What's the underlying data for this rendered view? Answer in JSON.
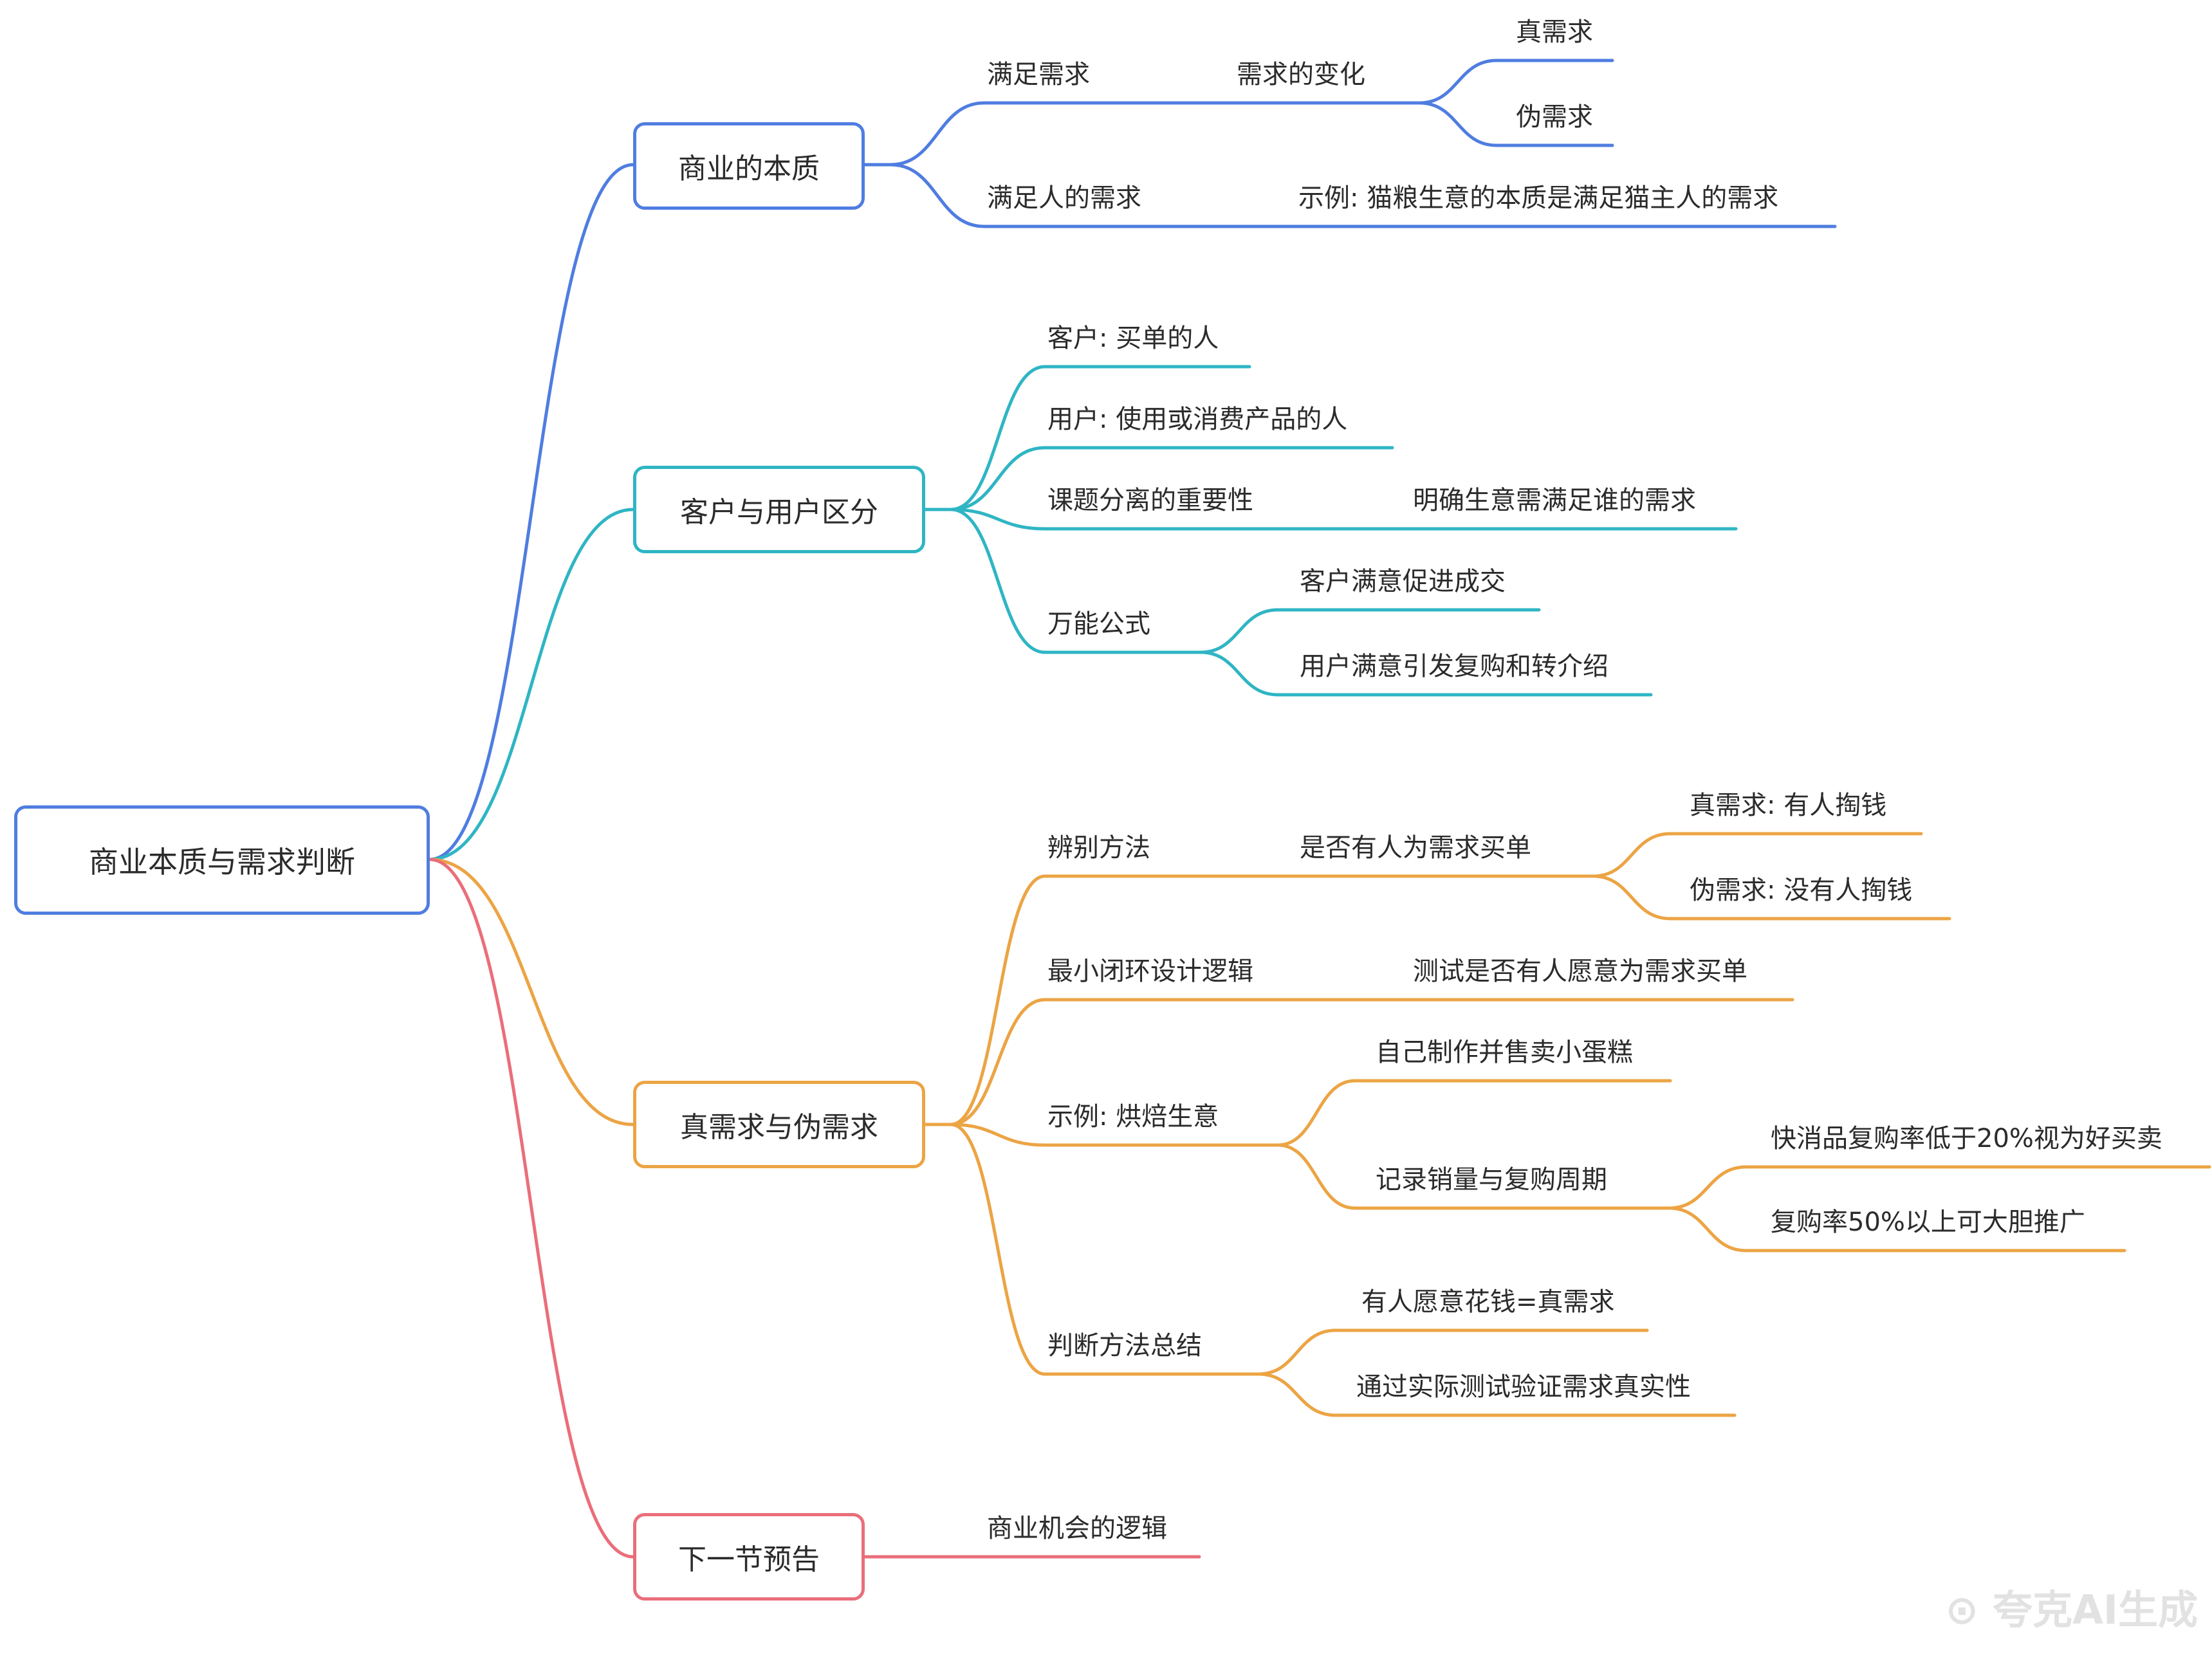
{
  "root": "商业本质与需求判断",
  "colors": {
    "b1": "#4f7de0",
    "b2": "#2fb5c4",
    "b3": "#eca444",
    "b4": "#ea6e7a"
  },
  "branches": [
    {
      "label": "商业的本质",
      "items": [
        {
          "label": "满足需求",
          "child": "需求的变化",
          "leaves": [
            "真需求",
            "伪需求"
          ]
        },
        {
          "label": "满足人的需求",
          "child": "示例: 猫粮生意的本质是满足猫主人的需求"
        }
      ]
    },
    {
      "label": "客户与用户区分",
      "items": [
        {
          "label": "客户: 买单的人"
        },
        {
          "label": "用户: 使用或消费产品的人"
        },
        {
          "label": "课题分离的重要性",
          "child": "明确生意需满足谁的需求"
        },
        {
          "label": "万能公式",
          "leaves": [
            "客户满意促进成交",
            "用户满意引发复购和转介绍"
          ]
        }
      ]
    },
    {
      "label": "真需求与伪需求",
      "items": [
        {
          "label": "辨别方法",
          "child": "是否有人为需求买单",
          "leaves": [
            "真需求: 有人掏钱",
            "伪需求: 没有人掏钱"
          ]
        },
        {
          "label": "最小闭环设计逻辑",
          "child": "测试是否有人愿意为需求买单"
        },
        {
          "label": "示例: 烘焙生意",
          "sub1": "自己制作并售卖小蛋糕",
          "sub2": "记录销量与复购周期",
          "leaves": [
            "快消品复购率低于20%视为好买卖",
            "复购率50%以上可大胆推广"
          ]
        },
        {
          "label": "判断方法总结",
          "leaves": [
            "有人愿意花钱=真需求",
            "通过实际测试验证需求真实性"
          ]
        }
      ]
    },
    {
      "label": "下一节预告",
      "items": [
        {
          "label": "商业机会的逻辑"
        }
      ]
    }
  ],
  "watermark": "夸克AI生成"
}
